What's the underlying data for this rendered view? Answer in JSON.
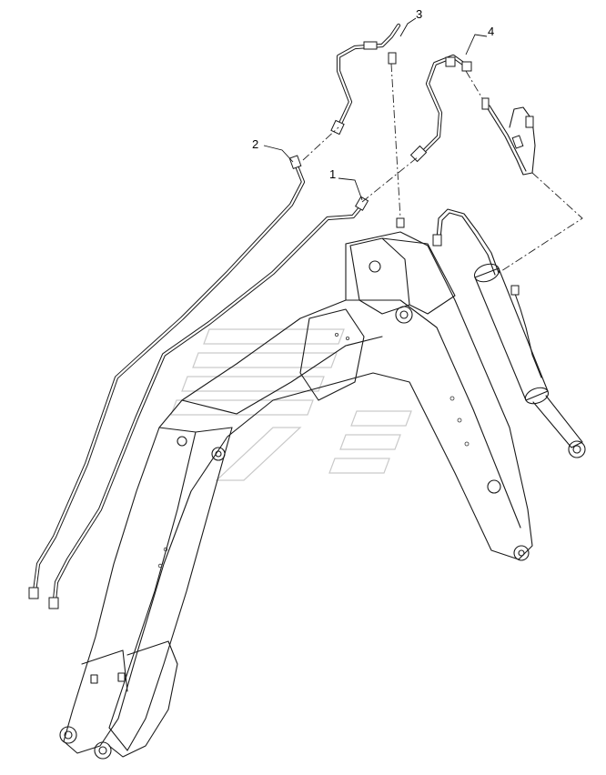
{
  "callouts": [
    {
      "id": "1",
      "label": "1"
    },
    {
      "id": "2",
      "label": "2"
    },
    {
      "id": "3",
      "label": "3"
    },
    {
      "id": "4",
      "label": "4"
    }
  ],
  "parts": {
    "boom_arm": "loader-boom",
    "cylinder": "hydraulic-cylinder",
    "tubes": [
      "hydraulic-tube-1",
      "hydraulic-tube-2",
      "hydraulic-tube-3",
      "hydraulic-tube-4"
    ],
    "hose": "flexible-hose"
  },
  "watermark": "brand-logo-watermark",
  "colors": {
    "line": "#1a1a1a",
    "watermark": "#c9c9c9",
    "background": "#ffffff"
  }
}
